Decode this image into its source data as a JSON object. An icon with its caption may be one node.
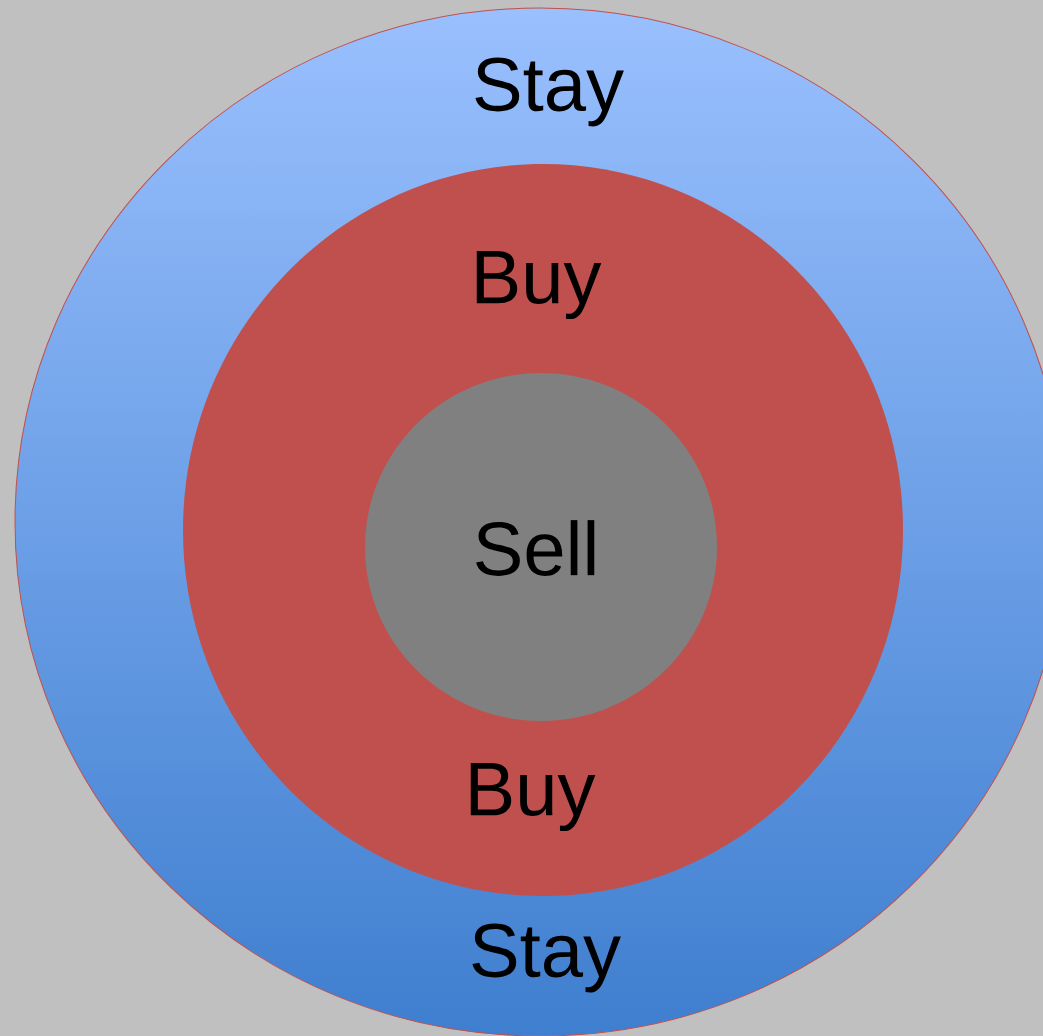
{
  "diagram": {
    "nodes": [
      {
        "text": [
          "Stay",
          "Stay"
        ]
      },
      {
        "text": [
          "Buy",
          "Buy"
        ],
        "in": 0
      },
      {
        "text": [
          "Sell"
        ],
        "in": 1
      }
    ]
  }
}
